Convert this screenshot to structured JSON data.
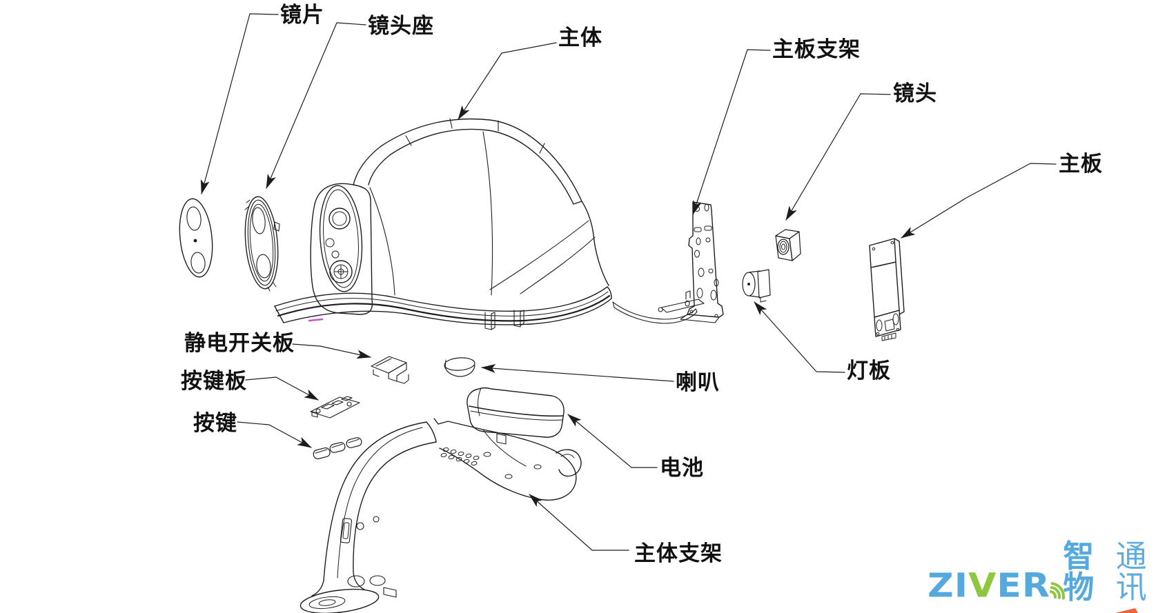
{
  "diagram": {
    "type": "exploded-view technical drawing of a smart safety helmet",
    "labels": {
      "lens": "镜片",
      "lens_holder": "镜头座",
      "main_body": "主体",
      "mainboard_bracket": "主板支架",
      "camera": "镜头",
      "mainboard": "主板",
      "static_switch_board": "静电开关板",
      "button_board": "按键板",
      "button": "按键",
      "speaker": "喇叭",
      "light_board": "灯板",
      "battery": "电池",
      "main_body_bracket": "主体支架"
    }
  },
  "logo": {
    "brand_part1": "ZI",
    "brand_part2": "V",
    "brand_part3": "ER",
    "cn_bold": "智物",
    "cn_light": "通讯"
  },
  "colors": {
    "line": "#1d1d1d",
    "highlight_magenta": "#cf4fcf",
    "logo_blue": "#55a9dd",
    "logo_green": "#8fc63f",
    "logo_orange": "#f0613c"
  },
  "icons": {
    "wifi": "wifi-signal-icon",
    "arrowheads": "leader-arrowhead"
  }
}
